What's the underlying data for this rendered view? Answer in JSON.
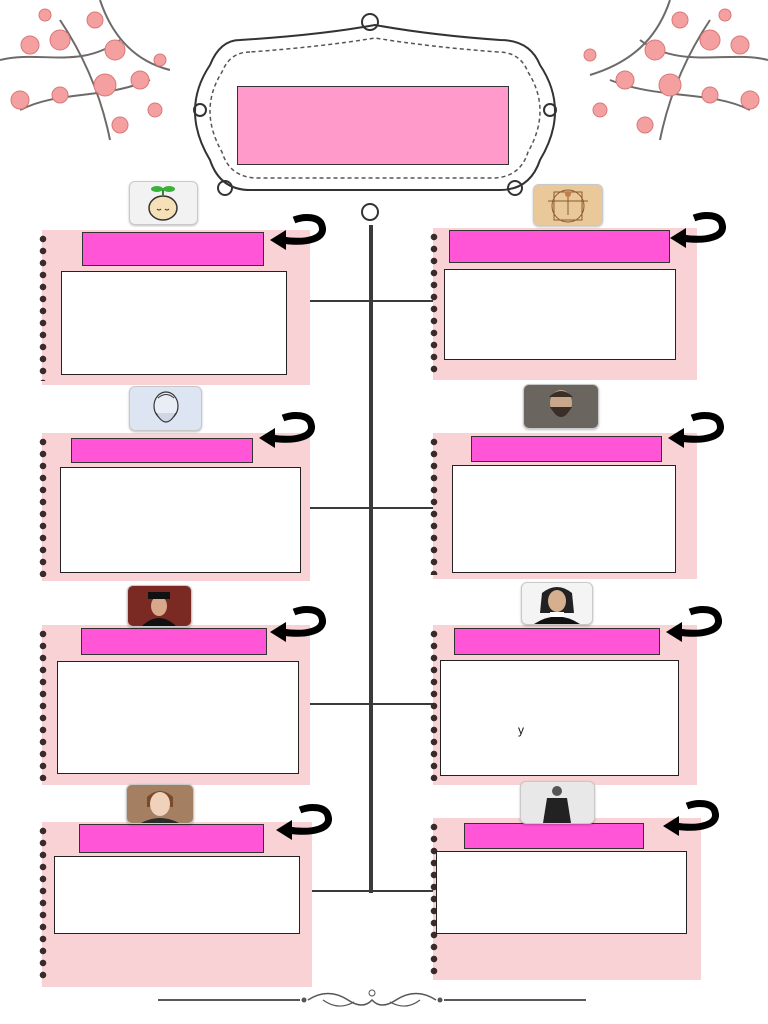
{
  "header": {
    "title": ""
  },
  "cards": [
    {
      "title": "",
      "body": ""
    },
    {
      "title": "",
      "body": ""
    },
    {
      "title": "",
      "body": ""
    },
    {
      "title": "",
      "body": ""
    },
    {
      "title": "",
      "body": ""
    },
    {
      "title": "",
      "body": "y"
    },
    {
      "title": "",
      "body": ""
    },
    {
      "title": "",
      "body": ""
    }
  ],
  "portraits": [
    "growth-mind-icon",
    "vitruvian-man-image",
    "plato-bust-portrait",
    "bearded-philosopher-portrait",
    "hatted-scholar-portrait",
    "descartes-portrait",
    "young-philosopher-portrait",
    "standing-man-portrait"
  ],
  "colors": {
    "card_bg": "#f8d2d4",
    "title_fill": "#ff55d6",
    "header_fill": "#ff9acb",
    "timeline": "#3a3a3a"
  }
}
